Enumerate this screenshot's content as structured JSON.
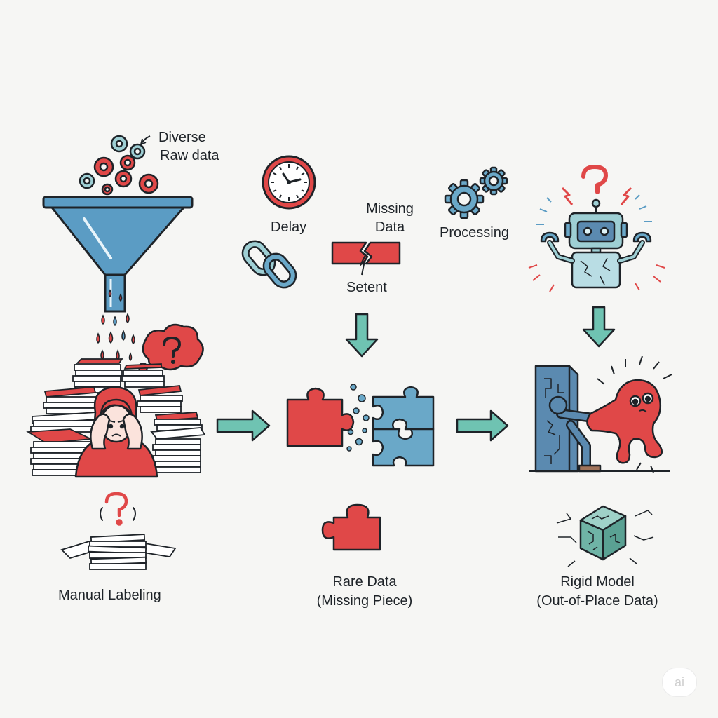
{
  "labels": {
    "diverse_raw_data": [
      "Diverse",
      "Raw data"
    ],
    "delay": "Delay",
    "missing_data": [
      "Missing",
      "Data"
    ],
    "setent": "Setent",
    "processing": "Processing",
    "manual_labeling": "Manual Labeling",
    "rare_data": [
      "Rare Data",
      "(Missing Piece)"
    ],
    "rigid_model": [
      "Rigid Model",
      "(Out-of-Place Data)"
    ]
  },
  "watermark": "ai",
  "colors": {
    "red": "#e04848",
    "blue": "#5b9cc4",
    "teal": "#6fc3b2",
    "ink": "#1e2328",
    "paper": "#ffffff",
    "background": "#f6f6f4"
  },
  "icons": [
    "raw-data-circles-icon",
    "funnel-icon",
    "stressed-person-icon",
    "question-cloud-icon",
    "paper-stack-icon",
    "clock-icon",
    "chain-link-icon",
    "broken-block-icon",
    "gears-icon",
    "confused-robot-icon",
    "puzzle-icon",
    "puzzle-piece-icon",
    "wall-icon",
    "blob-creature-icon",
    "cracked-cube-icon",
    "arrow-right-icon",
    "arrow-down-icon"
  ]
}
